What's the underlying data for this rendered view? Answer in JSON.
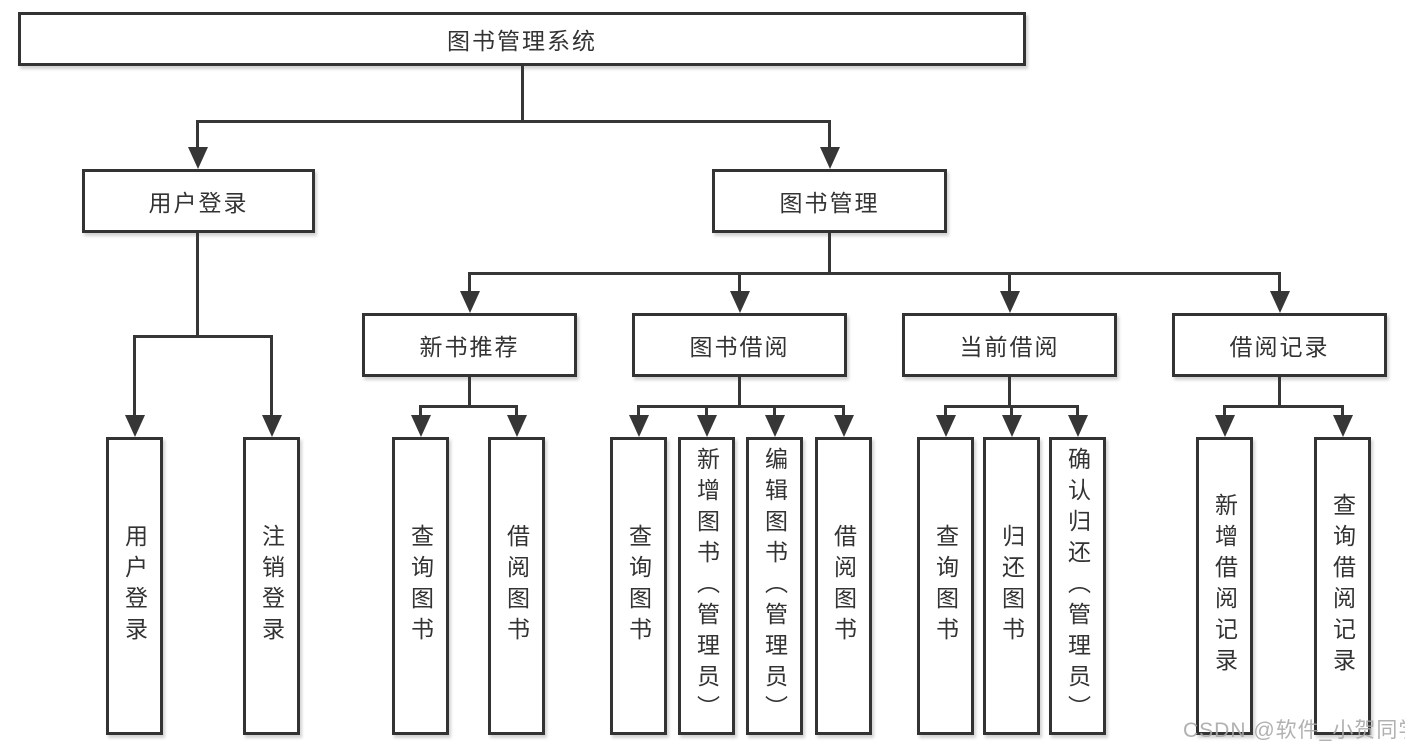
{
  "nodes": {
    "root": {
      "label": "图书管理系统"
    },
    "level2": [
      {
        "id": "user-login",
        "label": "用户登录"
      },
      {
        "id": "book-management",
        "label": "图书管理"
      }
    ],
    "level3": [
      {
        "id": "new-book-recommend",
        "label": "新书推荐"
      },
      {
        "id": "book-borrow",
        "label": "图书借阅"
      },
      {
        "id": "current-borrow",
        "label": "当前借阅"
      },
      {
        "id": "borrow-records",
        "label": "借阅记录"
      }
    ],
    "leaves": {
      "user_login": [
        "用户登录",
        "注销登录"
      ],
      "new_book": [
        "查询图书",
        "借阅图书"
      ],
      "book_borrow": [
        "查询图书",
        "新增图书（管理员）",
        "编辑图书（管理员）",
        "借阅图书"
      ],
      "current_borrow": [
        "查询图书",
        "归还图书",
        "确认归还（管理员）"
      ],
      "borrow_records": [
        "新增借阅记录",
        "查询借阅记录"
      ]
    }
  },
  "watermark": {
    "text": "CSDN @软件_小贺同学"
  },
  "colors": {
    "line": "#363636",
    "box_border": "#333333",
    "text": "#333333",
    "watermark": "#a8a8a8",
    "background": "#ffffff"
  }
}
